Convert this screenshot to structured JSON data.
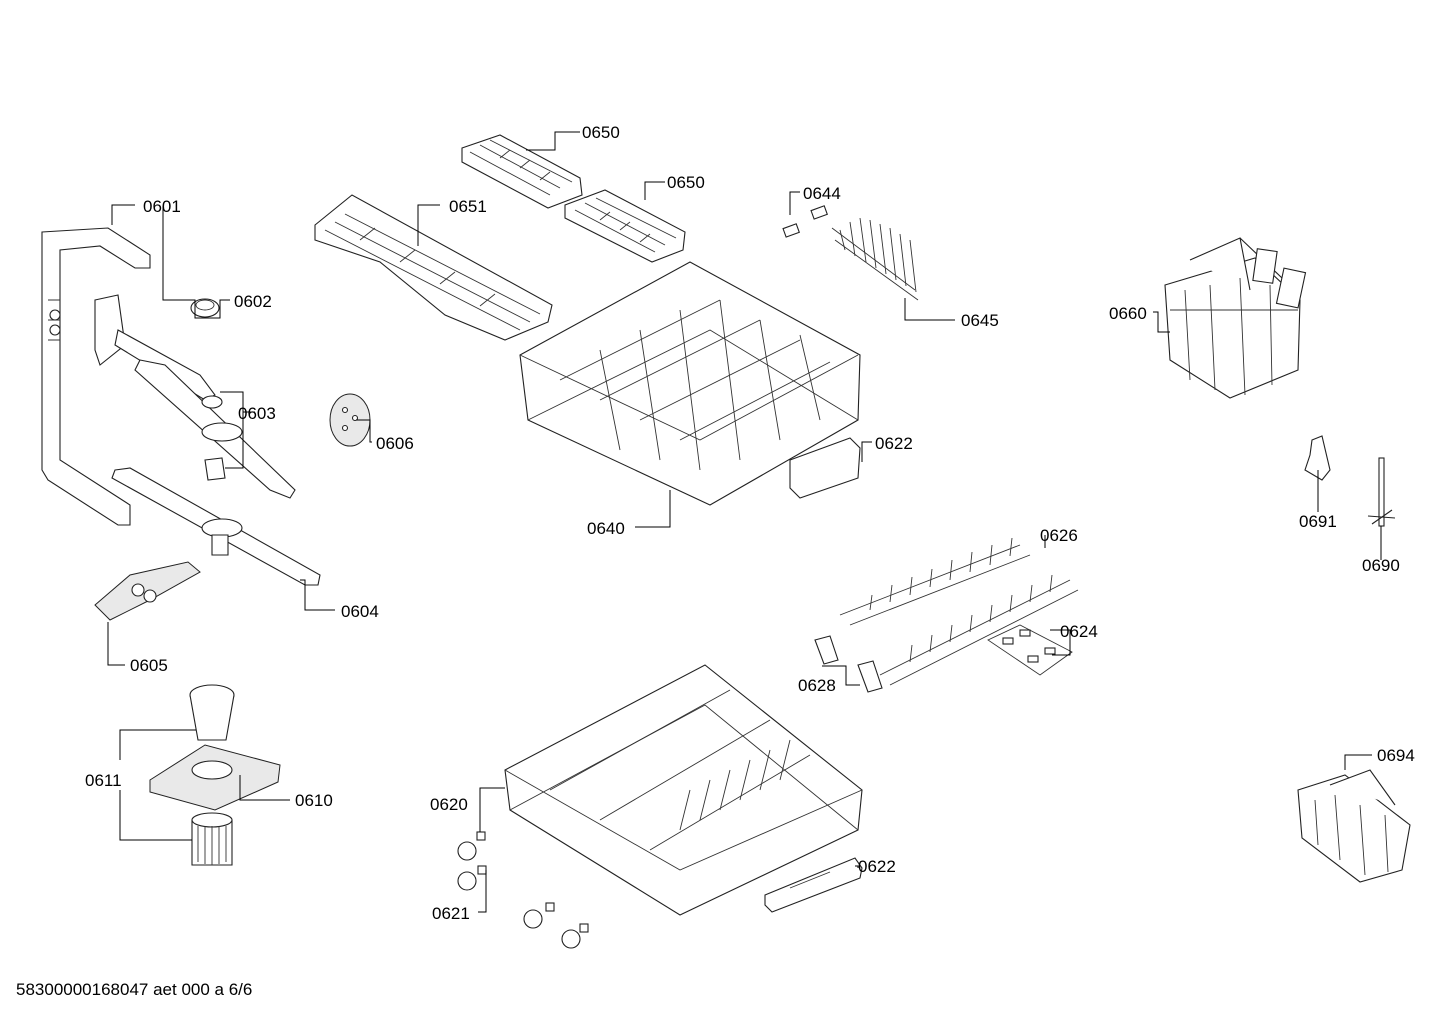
{
  "document": {
    "doc_id": "58300000168047 aet 000 a 6/6"
  },
  "parts": [
    {
      "id": "p0650a",
      "label": "0650"
    },
    {
      "id": "p0650b",
      "label": "0650"
    },
    {
      "id": "p0651",
      "label": "0651"
    },
    {
      "id": "p0601",
      "label": "0601"
    },
    {
      "id": "p0644",
      "label": "0644"
    },
    {
      "id": "p0602",
      "label": "0602"
    },
    {
      "id": "p0645",
      "label": "0645"
    },
    {
      "id": "p0660",
      "label": "0660"
    },
    {
      "id": "p0603",
      "label": "0603"
    },
    {
      "id": "p0606",
      "label": "0606"
    },
    {
      "id": "p0622a",
      "label": "0622"
    },
    {
      "id": "p0640",
      "label": "0640"
    },
    {
      "id": "p0691",
      "label": "0691"
    },
    {
      "id": "p0626",
      "label": "0626"
    },
    {
      "id": "p0690",
      "label": "0690"
    },
    {
      "id": "p0604",
      "label": "0604"
    },
    {
      "id": "p0624",
      "label": "0624"
    },
    {
      "id": "p0605",
      "label": "0605"
    },
    {
      "id": "p0628",
      "label": "0628"
    },
    {
      "id": "p0694",
      "label": "0694"
    },
    {
      "id": "p0611",
      "label": "0611"
    },
    {
      "id": "p0610",
      "label": "0610"
    },
    {
      "id": "p0620",
      "label": "0620"
    },
    {
      "id": "p0622b",
      "label": "0622"
    },
    {
      "id": "p0621",
      "label": "0621"
    }
  ]
}
